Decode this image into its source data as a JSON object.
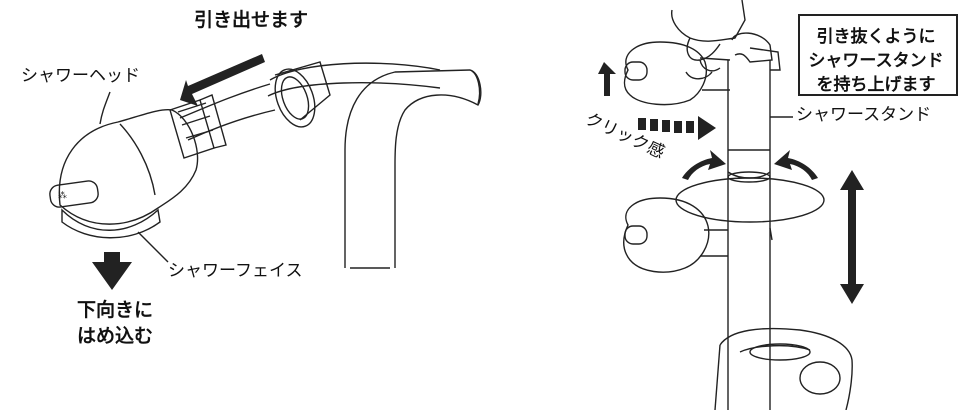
{
  "left_panel": {
    "pull_out_label": "引き出せます",
    "shower_head_label": "シャワーヘッド",
    "shower_face_label": "シャワーフェイス",
    "insert_down_line1": "下向きに",
    "insert_down_line2": "はめ込む"
  },
  "right_panel": {
    "callout_line1": "引き抜くように",
    "callout_line2": "シャワースタンド",
    "callout_line3": "を持ち上げます",
    "shower_stand_label": "シャワースタンド",
    "click_feel_label": "クリック感"
  }
}
